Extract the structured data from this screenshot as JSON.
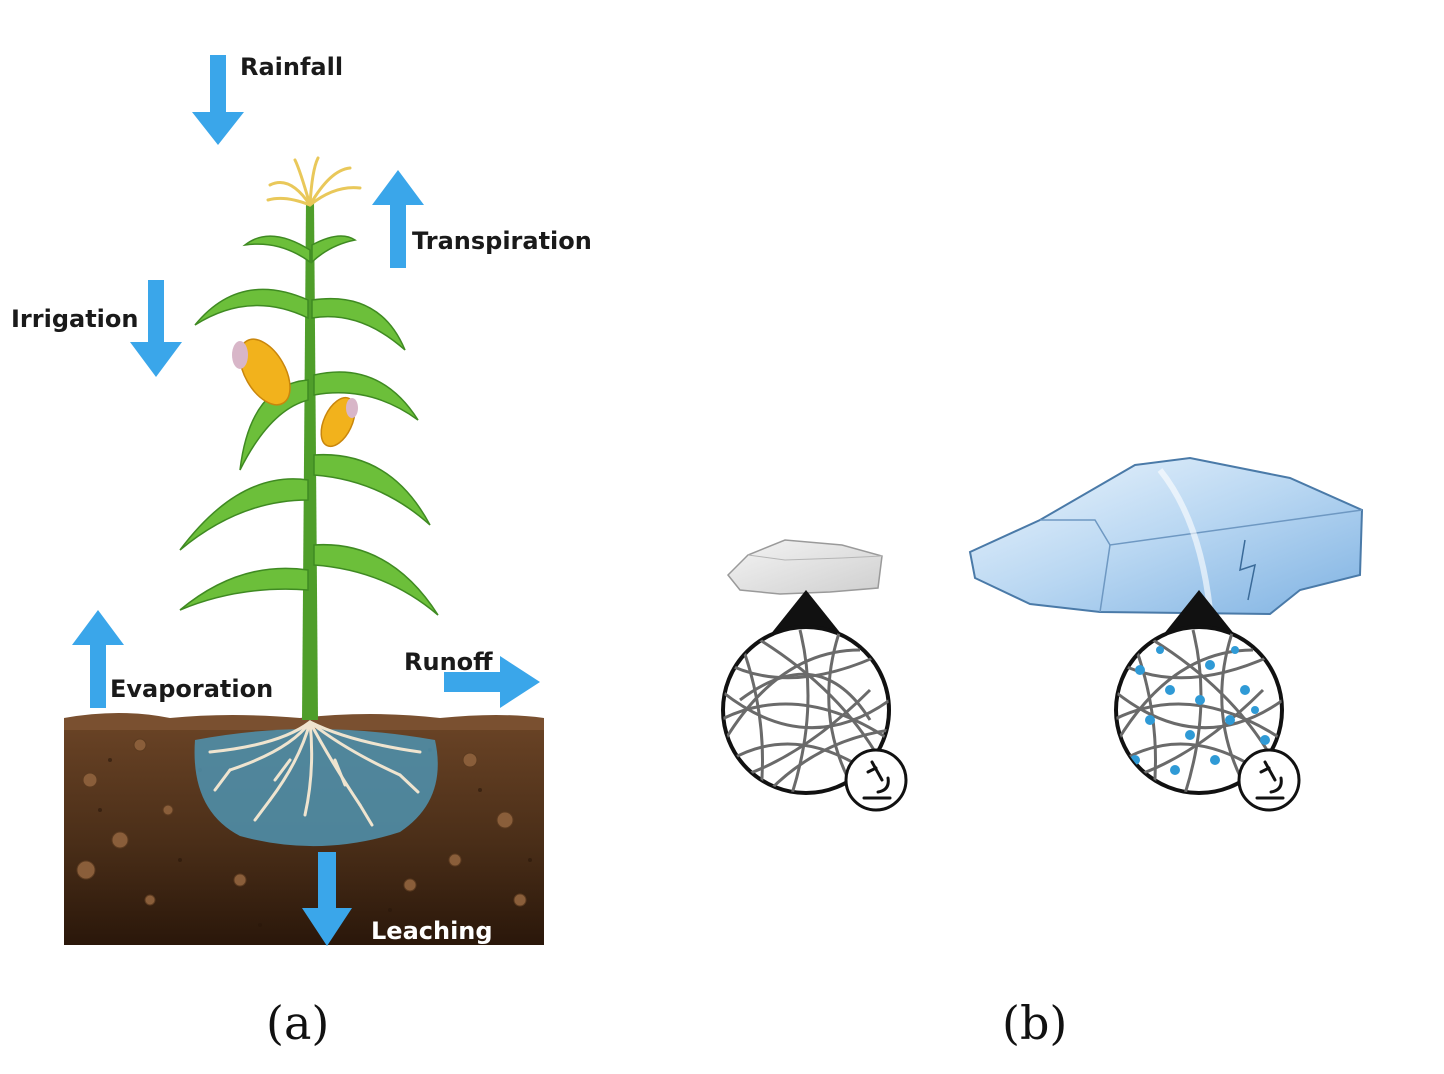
{
  "panel_a": {
    "labels": {
      "rainfall": "Rainfall",
      "transpiration": "Transpiration",
      "irrigation": "Irrigation",
      "evaporation": "Evaporation",
      "runoff": "Runoff",
      "leaching": "Leaching"
    },
    "caption": "(a)"
  },
  "panel_b": {
    "caption": "(b)"
  },
  "colors": {
    "arrow": "#3aa6ea",
    "soil_dark": "#3a2414",
    "soil_mid": "#5b3a22",
    "water_pool": "#4f8ea8",
    "leaf": "#6cbf3a",
    "stem": "#4f9e2a",
    "corn": "#f2b21c"
  },
  "icons": [
    "microscope-icon",
    "microscope-icon"
  ]
}
